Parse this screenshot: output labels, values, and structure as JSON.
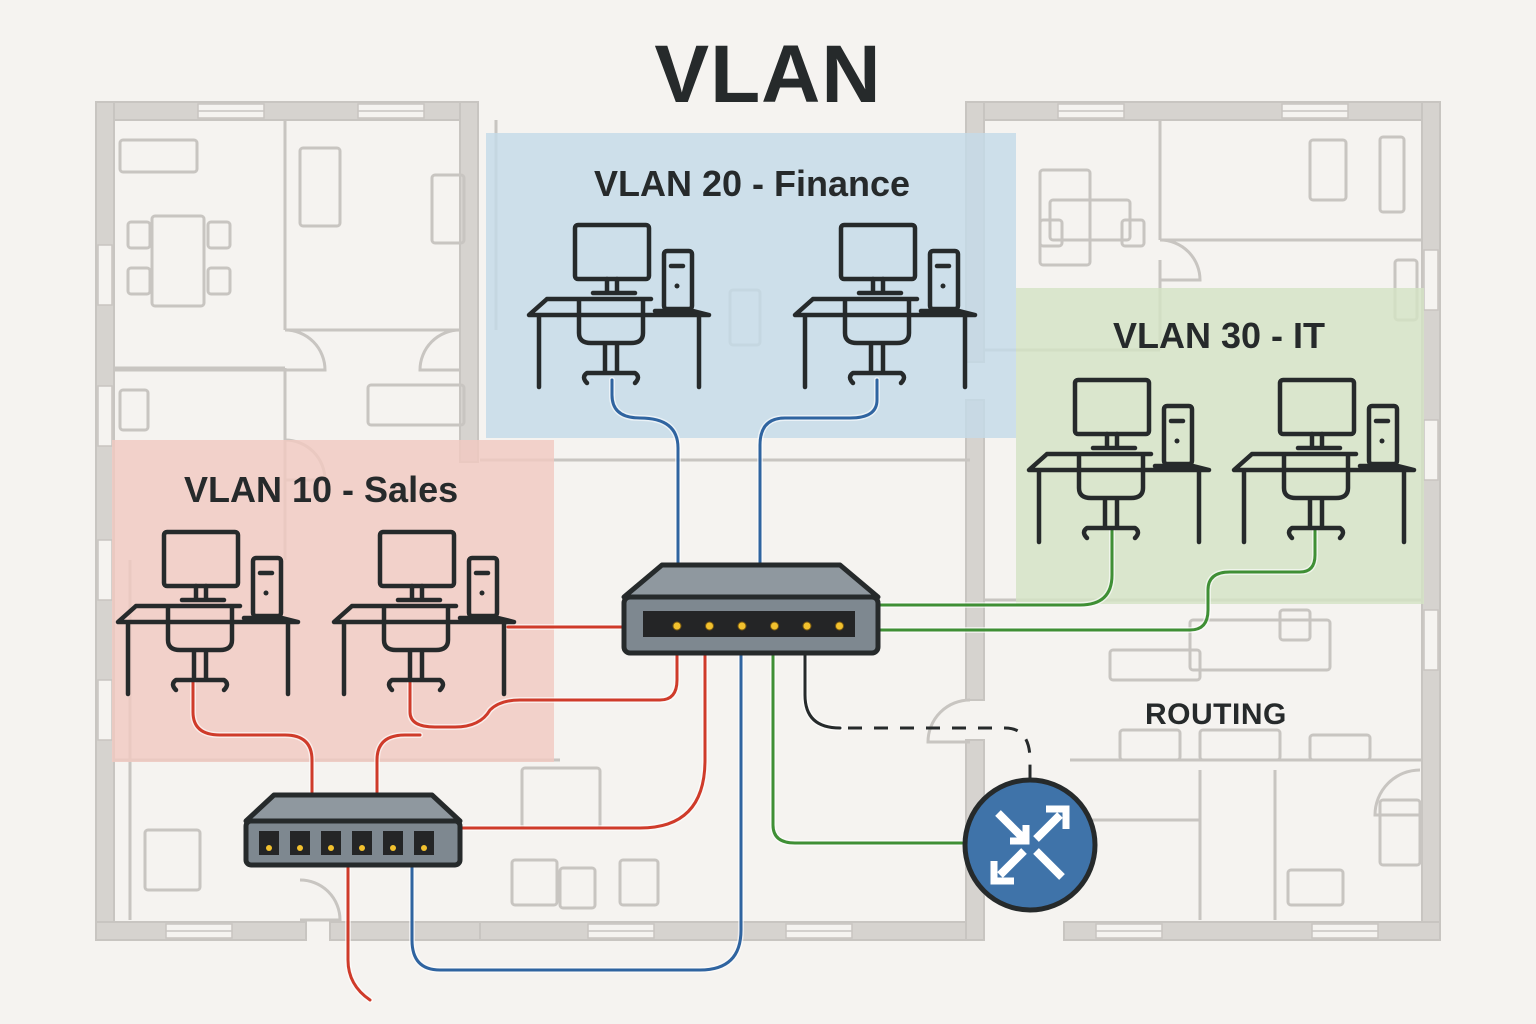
{
  "title": "VLAN",
  "colors": {
    "background": "#f5f3f0",
    "floorplan": "#c8c5c1",
    "wall_fill": "#d6d3cf",
    "ink": "#262a2b",
    "sales_zone": "#f2c9c1",
    "finance_zone": "#c5dbe8",
    "it_zone": "#d4e3c4",
    "cable_red": "#cf3b2a",
    "cable_blue": "#2f64a0",
    "cable_green": "#3f8f35",
    "switch_body": "#7e8890",
    "switch_top": "#8f989f",
    "port_led": "#f2c12e",
    "router_fill": "#3f73a9"
  },
  "vlans": [
    {
      "id": "vlan10",
      "label": "VLAN 10 - Sales",
      "color_key": "sales_zone",
      "cable_key": "cable_red",
      "workstations": 2
    },
    {
      "id": "vlan20",
      "label": "VLAN 20 - Finance",
      "color_key": "finance_zone",
      "cable_key": "cable_blue",
      "workstations": 2
    },
    {
      "id": "vlan30",
      "label": "VLAN 30 - IT",
      "color_key": "it_zone",
      "cable_key": "cable_green",
      "workstations": 2
    }
  ],
  "devices": {
    "core_switch": {
      "name": "Core switch",
      "ports": 6,
      "active_ports": 5
    },
    "access_switch": {
      "name": "Access switch",
      "ports": 6
    },
    "router": {
      "name": "Router",
      "label": "ROUTING"
    }
  },
  "routing_label": "ROUTING"
}
